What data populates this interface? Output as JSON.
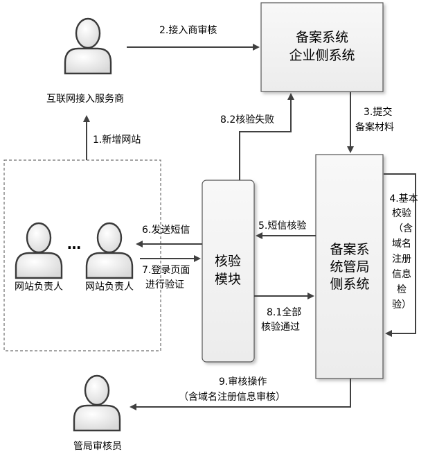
{
  "actors": {
    "isp": "互联网接入服务商",
    "site_owner_1": "网站负责人",
    "site_owner_2": "网站负责人",
    "ellipsis": "…",
    "auditor": "管局审核员"
  },
  "boxes": {
    "enterprise_system": [
      "备案系统",
      "企业侧系统"
    ],
    "verification_module": [
      "核验",
      "模块"
    ],
    "bureau_system": [
      "备案系",
      "统管局",
      "侧系统"
    ]
  },
  "steps": {
    "step1": "1.新增网站",
    "step2": "2.接入商审核",
    "step3": [
      "3.提交",
      "备案材料"
    ],
    "step4": [
      "4.基本",
      "校验",
      "（含",
      "域名",
      "注册",
      "信息",
      "检",
      "验）"
    ],
    "step5": "5.短信核验",
    "step6": "6.发送短信",
    "step7": [
      "7.登录页面",
      "进行验证"
    ],
    "step8_1": [
      "8.1全部",
      "核验通过"
    ],
    "step8_2": "8.2核验失败",
    "step9": [
      "9.审核操作",
      "（含域名注册信息审核）"
    ]
  }
}
